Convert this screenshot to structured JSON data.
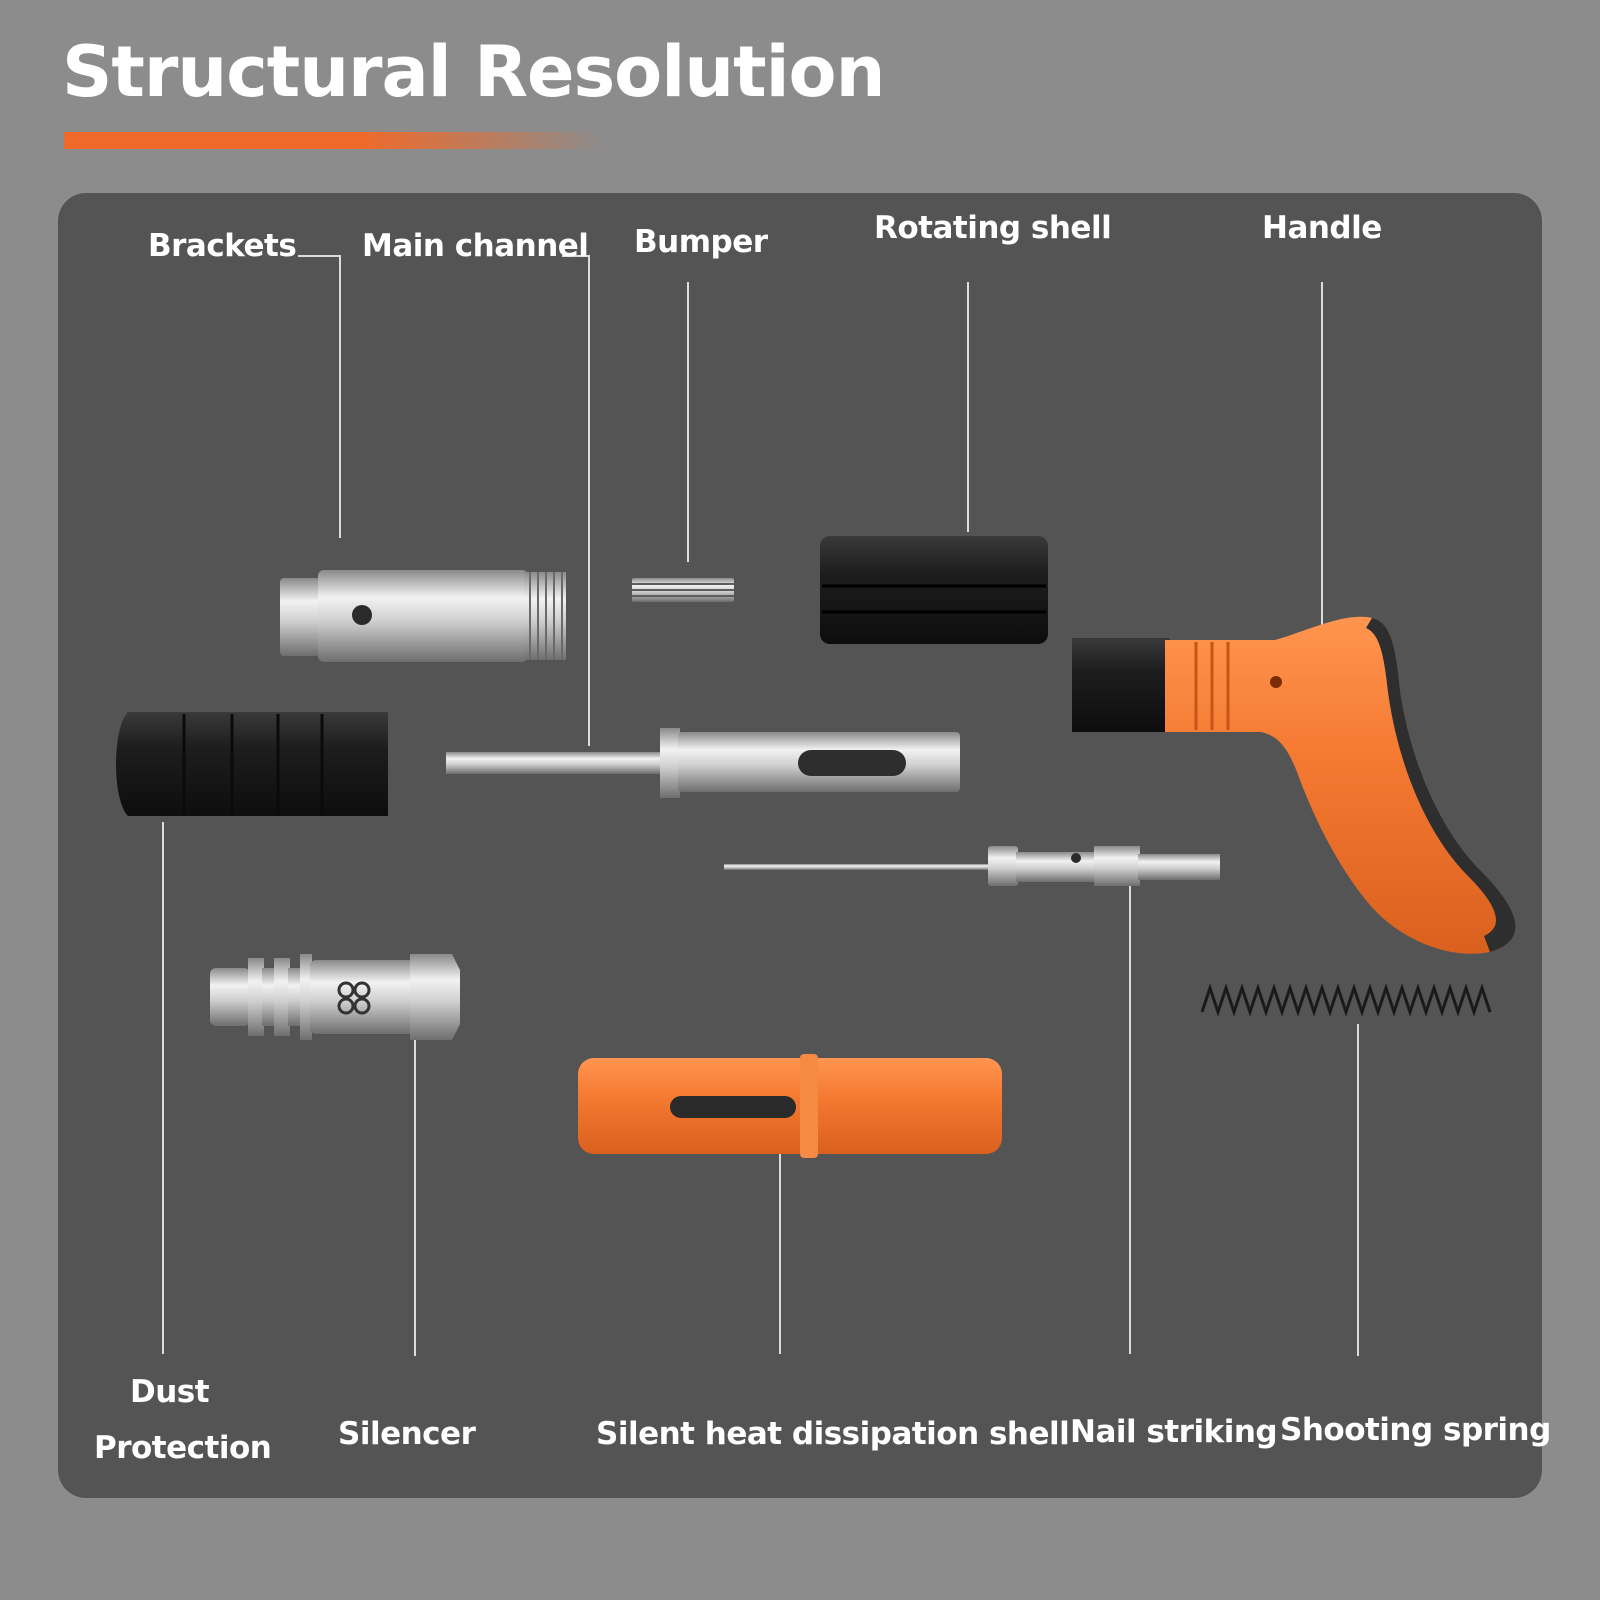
{
  "title": "Structural Resolution",
  "colors": {
    "accent": "#ef6a2a",
    "background": "#8c8c8c",
    "panel": "#545454",
    "text": "#ffffff"
  },
  "labels": {
    "brackets": "Brackets",
    "main_channel": "Main channel",
    "bumper": "Bumper",
    "rotating_shell": "Rotating shell",
    "handle": "Handle",
    "dust_protection_line1": "Dust",
    "dust_protection_line2": "Protection",
    "silencer": "Silencer",
    "silent_heat_shell": "Silent heat dissipation shell",
    "nail_striking": "Nail striking",
    "shooting_spring": "Shooting spring"
  }
}
